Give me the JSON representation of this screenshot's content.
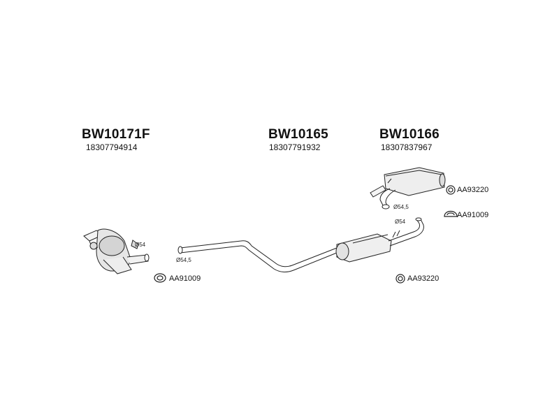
{
  "parts": [
    {
      "code": "BW10171F",
      "oem": "18307794914"
    },
    {
      "code": "BW10165",
      "oem": "18307791932"
    },
    {
      "code": "BW10166",
      "oem": "18307837967"
    }
  ],
  "references": {
    "clamp_left": "AA91009",
    "clamp_right_top": "AA93220",
    "hanger_right": "AA91009",
    "clamp_middle_bottom": "AA93220"
  },
  "dimensions": {
    "dpf_outlet": "Ø54",
    "mid_inlet": "Ø54,5",
    "mid_outlet": "Ø54",
    "rear_inlet": "Ø54,5"
  }
}
